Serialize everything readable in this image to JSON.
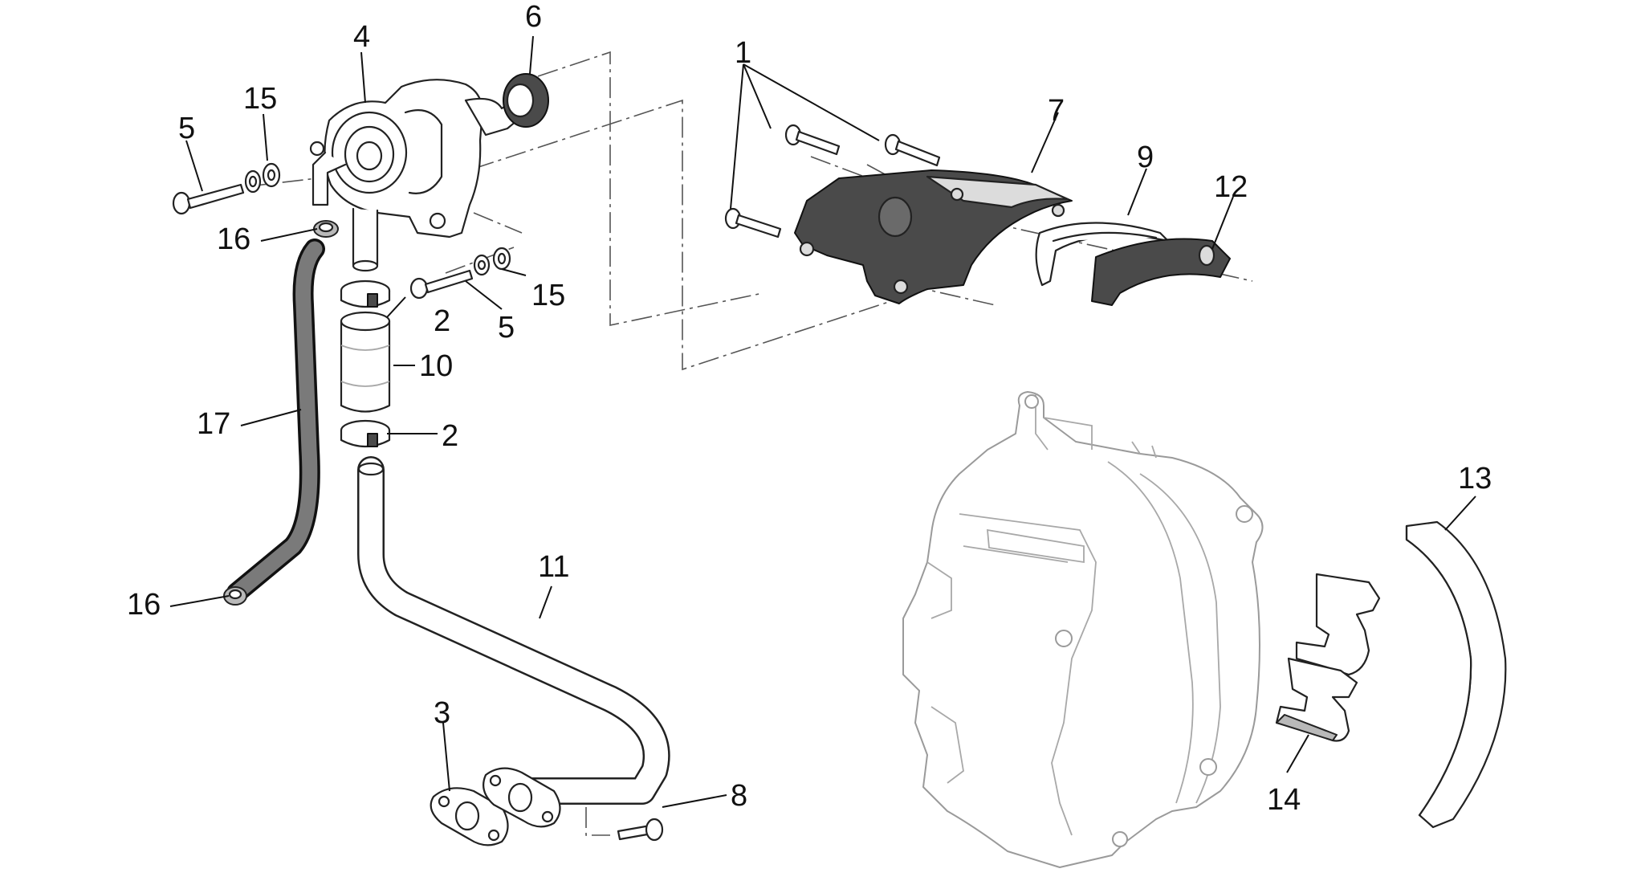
{
  "diagram": {
    "callouts": [
      {
        "id": "c1",
        "text": "1"
      },
      {
        "id": "c2a",
        "text": "2"
      },
      {
        "id": "c2b",
        "text": "2"
      },
      {
        "id": "c3",
        "text": "3"
      },
      {
        "id": "c4",
        "text": "4"
      },
      {
        "id": "c5a",
        "text": "5"
      },
      {
        "id": "c5b",
        "text": "5"
      },
      {
        "id": "c6",
        "text": "6"
      },
      {
        "id": "c7",
        "text": "7"
      },
      {
        "id": "c8",
        "text": "8"
      },
      {
        "id": "c9",
        "text": "9"
      },
      {
        "id": "c10",
        "text": "10"
      },
      {
        "id": "c11",
        "text": "11"
      },
      {
        "id": "c12",
        "text": "12"
      },
      {
        "id": "c13",
        "text": "13"
      },
      {
        "id": "c14",
        "text": "14"
      },
      {
        "id": "c15a",
        "text": "15"
      },
      {
        "id": "c15b",
        "text": "15"
      },
      {
        "id": "c16a",
        "text": "16"
      },
      {
        "id": "c16b",
        "text": "16"
      },
      {
        "id": "c17",
        "text": "17"
      }
    ]
  }
}
